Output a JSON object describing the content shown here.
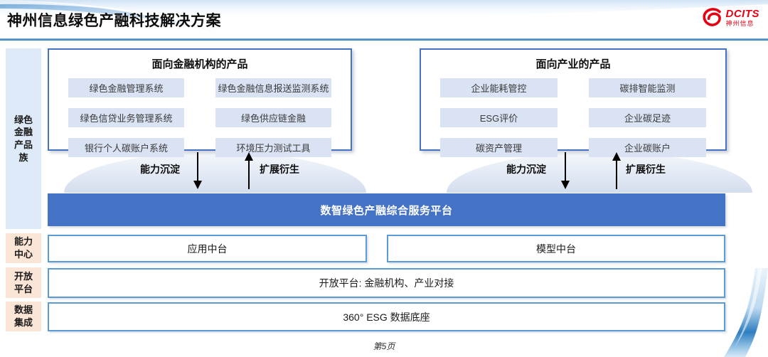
{
  "header": {
    "title": "神州信息绿色产融科技解决方案",
    "logo": {
      "brand": "DCITS",
      "company": "神州信息"
    }
  },
  "sidebar": {
    "product_family_label": "绿色金融产品族",
    "capability_label": "能力中心",
    "open_label": "开放平台",
    "data_label": "数据集成"
  },
  "finance_box": {
    "title": "面向金融机构的产品",
    "items": [
      "绿色金融管理系统",
      "绿色金融信息报送监测系统",
      "绿色信贷业务管理系统",
      "绿色供应链金融",
      "银行个人碳账户系统",
      "环境压力测试工具"
    ]
  },
  "industry_box": {
    "title": "面向产业的产品",
    "items": [
      "企业能耗管控",
      "碳排智能监测",
      "ESG评价",
      "企业碳足迹",
      "碳资产管理",
      "企业碳账户"
    ]
  },
  "arrows": {
    "sink_label": "能力沉淀",
    "derive_label": "扩展衍生"
  },
  "platform": {
    "bar_label": "数智绿色产融综合服务平台",
    "app_center": "应用中台",
    "model_center": "模型中台",
    "open_platform": "开放平台: 金融机构、产业对接",
    "data_base": "360° ESG 数据底座"
  },
  "footer": {
    "page_label": "第5页"
  },
  "colors": {
    "platform_blue": "#4472c4",
    "box_border_blue": "#4472c4",
    "mid_border_blue": "#5b9bd5",
    "chip_blue": "#dae3f3",
    "sidebar_blue": "#dfeaf8",
    "sidebar_peach": "#fbe5d6",
    "header_line_blue": "#2d74b5",
    "logo_red": "#e60012"
  }
}
